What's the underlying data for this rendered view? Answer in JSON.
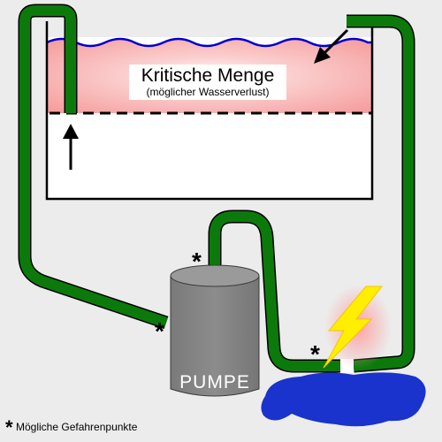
{
  "tank": {
    "label_main": "Kritische Menge",
    "label_sub": "(möglicher Wasserverlust)"
  },
  "pump": {
    "label": "PUMPE"
  },
  "hazard_marker": "*",
  "legend": {
    "star": "*",
    "text": "Mögliche Gefahrenpunkte"
  },
  "colors": {
    "pipe": "#0b7a0b",
    "water_line": "#0000cc",
    "critical_zone": "#f9a3a3",
    "pump_body": "#808080",
    "spill": "#1a33cc",
    "lightning": "#ffee00",
    "background": "#ececec"
  },
  "icons": [
    "lightning-icon",
    "up-arrow-icon",
    "diagonal-arrow-icon"
  ]
}
